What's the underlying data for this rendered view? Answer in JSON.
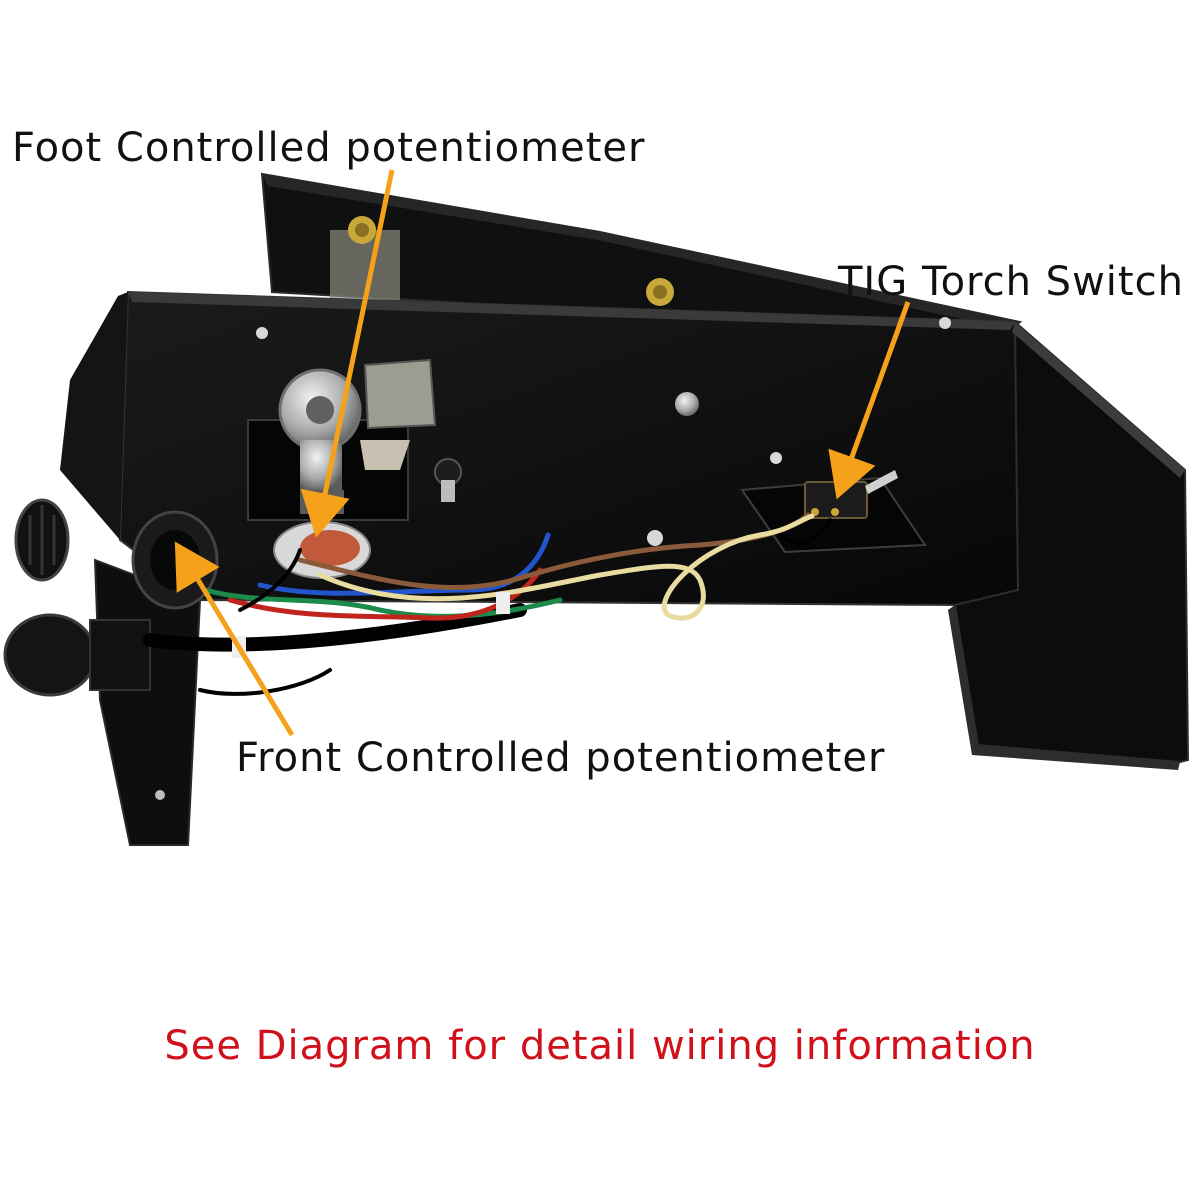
{
  "labels": {
    "foot_potentiometer": "Foot Controlled potentiometer",
    "tig_switch": "TIG Torch Switch",
    "front_potentiometer": "Front Controlled potentiometer",
    "note": "See Diagram for detail wiring information"
  },
  "colors": {
    "background": "#ffffff",
    "label_text": "#111111",
    "note_text": "#d0101a",
    "arrow": "#f5a21a",
    "housing": "#0d0d0d"
  }
}
